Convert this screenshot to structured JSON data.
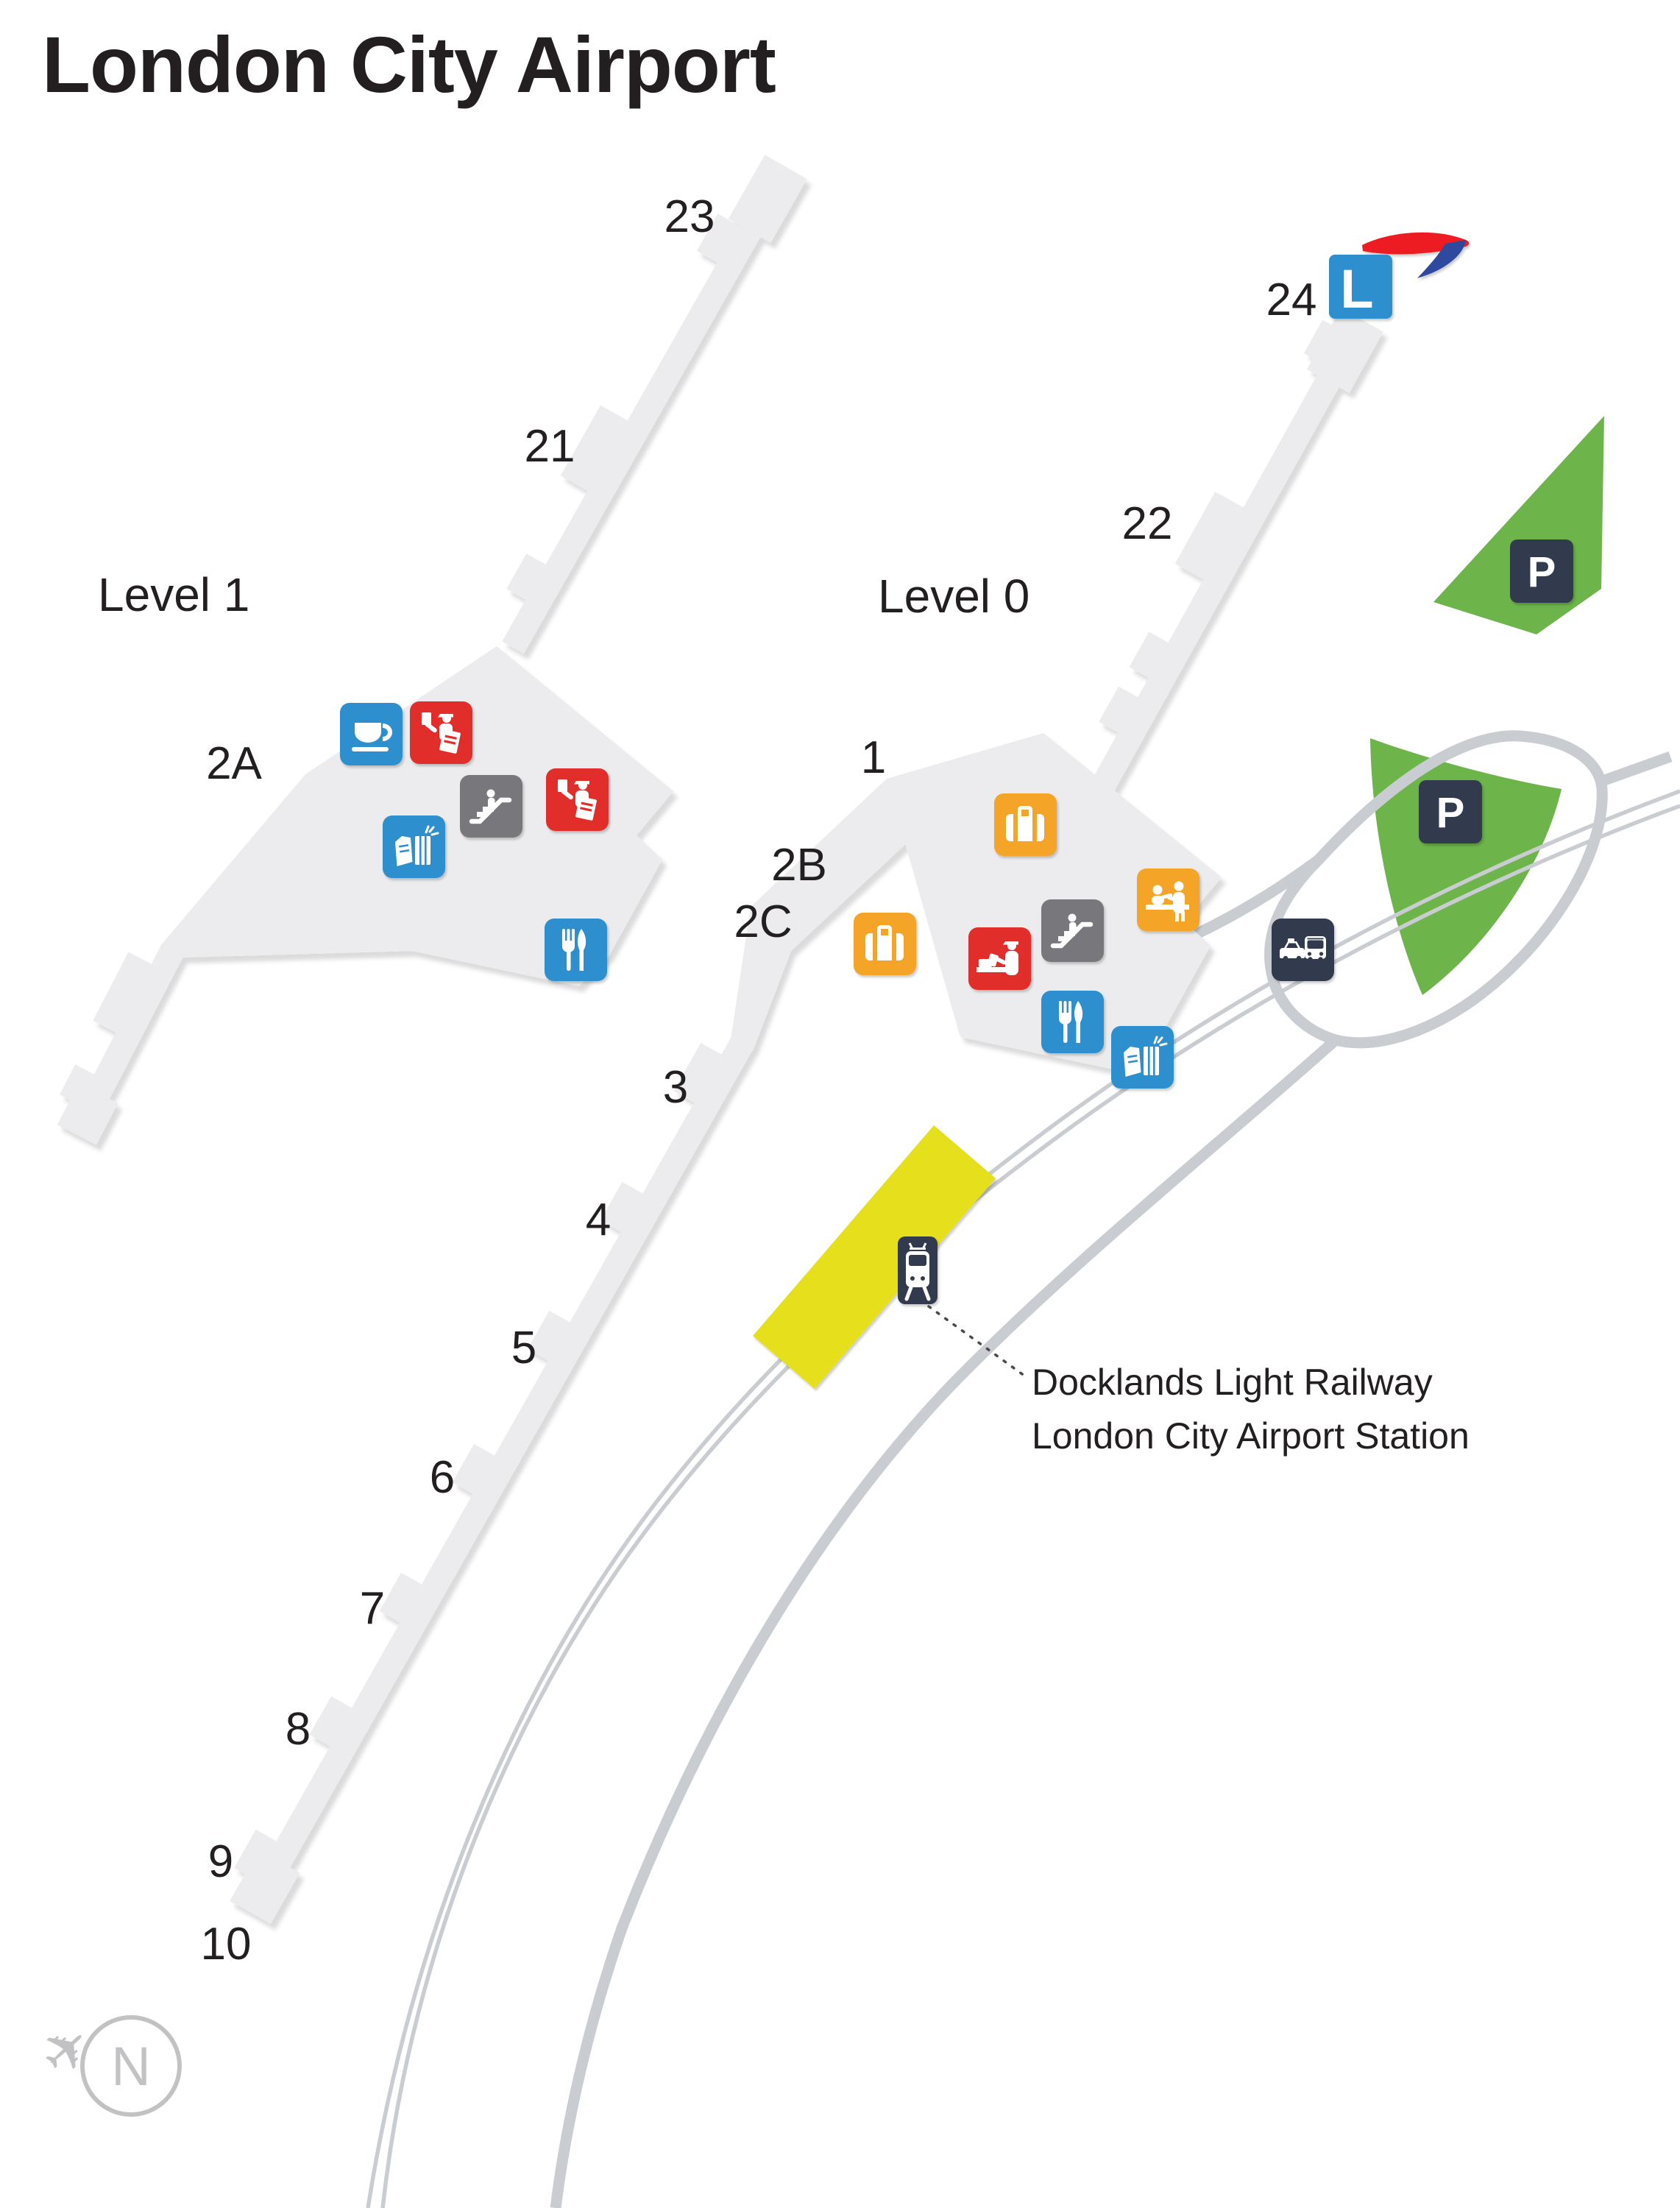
{
  "title": "London City Airport",
  "levels": {
    "level1": "Level 1",
    "level0": "Level 0"
  },
  "zones": {
    "z2a": "2A",
    "z1": "1",
    "z2b": "2B",
    "z2c": "2C"
  },
  "gates": {
    "g23": "23",
    "g21": "21",
    "g24": "24",
    "g22": "22",
    "g3": "3",
    "g4": "4",
    "g5": "5",
    "g6": "6",
    "g7": "7",
    "g8": "8",
    "g9": "9",
    "g10": "10"
  },
  "station": {
    "line1": "Docklands Light Railway",
    "line2": "London City Airport Station"
  },
  "markers": {
    "parking": "P",
    "lounge": "L",
    "north": "N",
    "plane": "✈"
  },
  "colors": {
    "blue": "#2e8fce",
    "red": "#e12f2b",
    "gray": "#77777b",
    "orange": "#f4a427",
    "navy": "#303b4e",
    "green": "#6db54b",
    "yellow": "#e6e01f",
    "road": "#c9cdd2",
    "building": "#ececee",
    "text": "#231f20",
    "compass": "#c2c2c4",
    "ba_red": "#ed1c24",
    "ba_blue": "#2f4a9e"
  },
  "legend": [
    {
      "icon": "cafe-icon",
      "color": "blue"
    },
    {
      "icon": "passport-control-icon",
      "color": "red"
    },
    {
      "icon": "escalator-icon",
      "color": "gray"
    },
    {
      "icon": "shops-icon",
      "color": "blue"
    },
    {
      "icon": "restaurant-icon",
      "color": "blue"
    },
    {
      "icon": "baggage-icon",
      "color": "orange"
    },
    {
      "icon": "check-in-icon",
      "color": "orange"
    },
    {
      "icon": "customs-icon",
      "color": "red"
    },
    {
      "icon": "taxi-bus-icon",
      "color": "navy"
    },
    {
      "icon": "dlr-train-icon",
      "color": "navy"
    },
    {
      "icon": "parking-icon",
      "color": "navy"
    },
    {
      "icon": "lounge-icon",
      "color": "blue"
    }
  ]
}
